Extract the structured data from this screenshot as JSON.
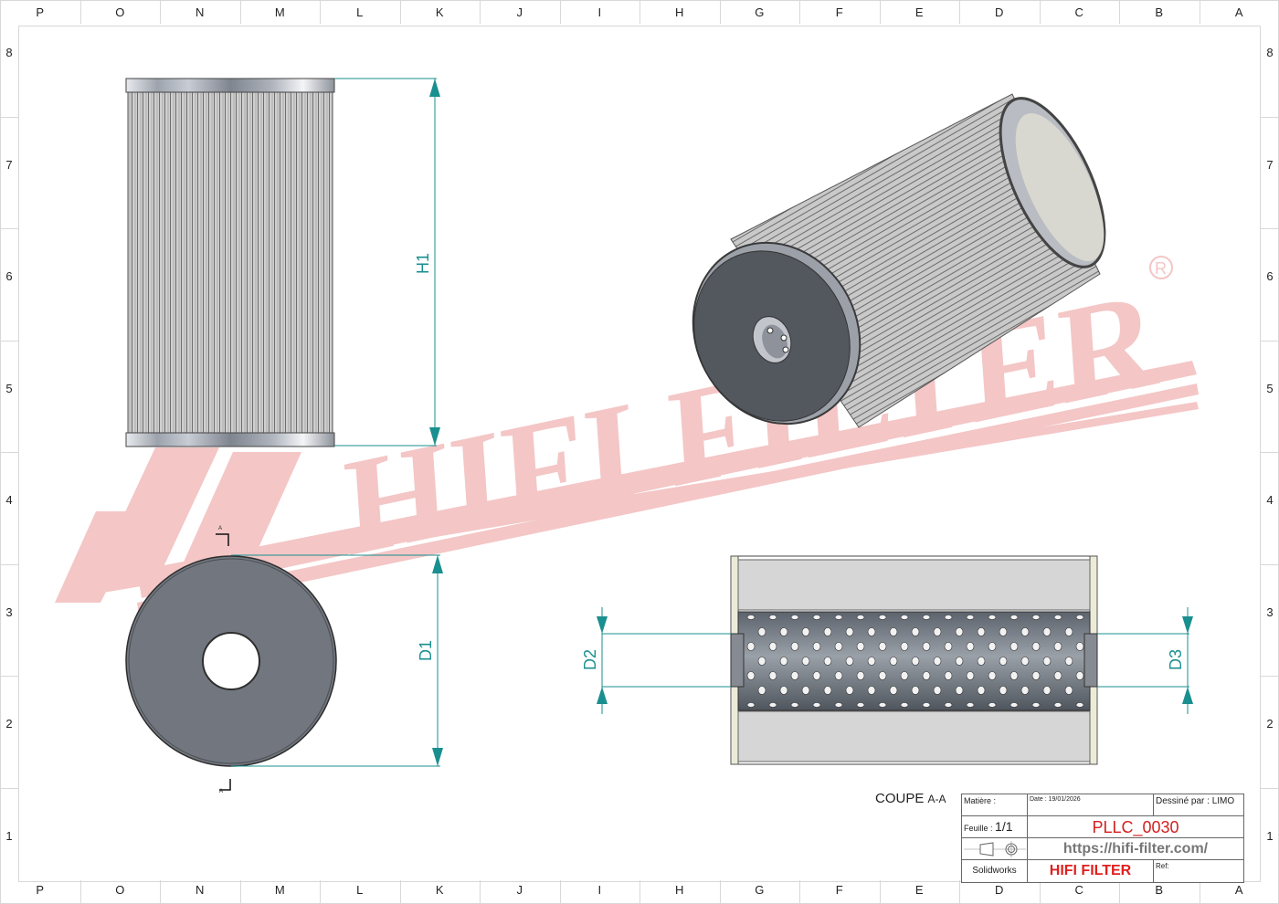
{
  "drawing": {
    "title_block": {
      "matiere_label": "Matière :",
      "matiere_value": "",
      "date_label": "Date : 19/01/2026",
      "dessine_par_label": "Dessiné par : LIMO",
      "feuille_label": "Feuille :",
      "feuille_value": "1/1",
      "part_number": "PLLC_0030",
      "website": "https://hifi-filter.com/",
      "software": "Solidworks",
      "brand": "HIFI FILTER",
      "ref_label": "Ref:",
      "projection_symbol": "first-angle-projection-icon"
    },
    "section_label": "COUPE",
    "section_id": "A-A",
    "section_marker": "A",
    "grid": {
      "columns": [
        "P",
        "O",
        "N",
        "M",
        "L",
        "K",
        "J",
        "I",
        "H",
        "G",
        "F",
        "E",
        "D",
        "C",
        "B",
        "A"
      ],
      "rows": [
        "8",
        "7",
        "6",
        "5",
        "4",
        "3",
        "2",
        "1"
      ]
    },
    "dimensions": {
      "h1": "H1",
      "d1": "D1",
      "d2": "D2",
      "d3": "D3"
    },
    "watermark": {
      "text": "HIFI FILTER",
      "registered": "®",
      "color": "#f4c6c6"
    },
    "colors": {
      "dimension": "#1a8f8f",
      "brand_red": "#e0201f",
      "part_number": "#d42020",
      "website": "#777777"
    },
    "views": [
      {
        "name": "front-view",
        "description": "side elevation of pleated cylindrical filter"
      },
      {
        "name": "isometric-view",
        "description": "3D isometric render"
      },
      {
        "name": "top-view",
        "description": "end cap with center hole"
      },
      {
        "name": "section-view",
        "description": "section A-A with perforated core"
      }
    ]
  }
}
